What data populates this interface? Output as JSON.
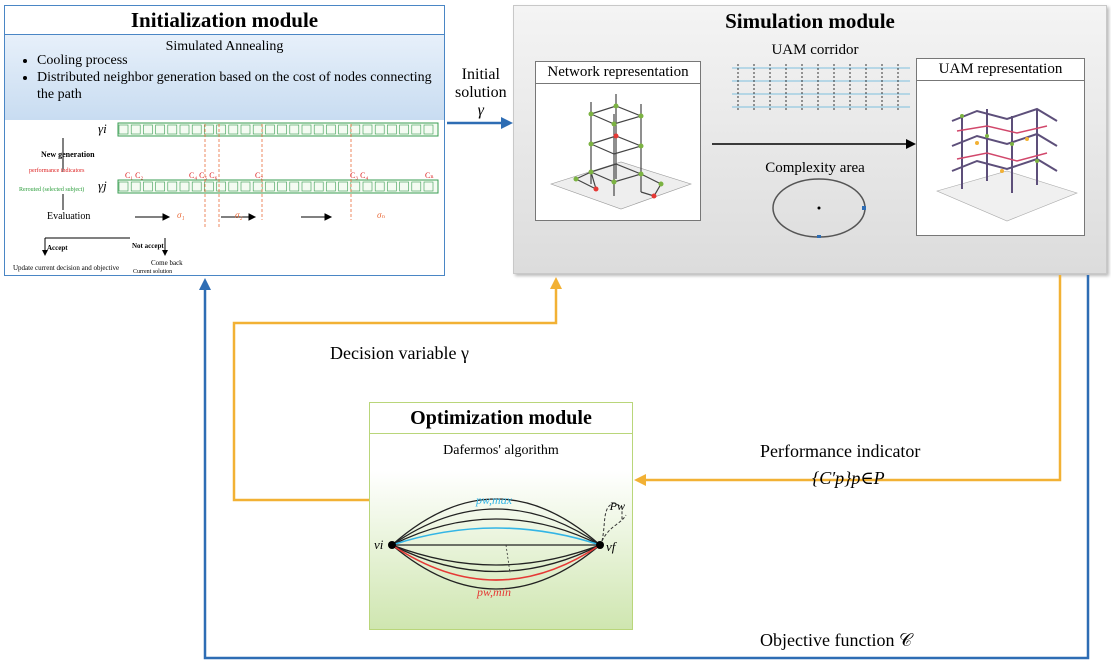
{
  "init_module": {
    "title": "Initialization module",
    "subtitle": "Simulated Annealing",
    "bullets": [
      "Cooling process",
      "Distributed neighbor generation based on the cost of nodes connecting the path"
    ],
    "gamma_i": "γi",
    "gamma_j": "γj",
    "new_generation": "New generation",
    "perf_indicators": "performance indicators",
    "rerouted": "Rerouted (selected subject)",
    "evaluation": "Evaluation",
    "accept": "Accept",
    "not_accept": "Not accept",
    "update_text": "Update current decision and objective",
    "come_back": "Come back",
    "current_solution": "Current solution"
  },
  "flows": {
    "initial_solution": [
      "Initial",
      "solution",
      "γ"
    ],
    "decision_variable": "Decision variable γ",
    "performance_indicator": "Performance indicator",
    "performance_formula": "{C′p}p∈P",
    "objective_function": "Objective function 𝒞"
  },
  "sim_module": {
    "title": "Simulation module",
    "network_representation": "Network representation",
    "uam_corridor": "UAM corridor",
    "complexity_area": "Complexity area",
    "uam_representation": "UAM representation"
  },
  "opt_module": {
    "title": "Optimization module",
    "subtitle": "Dafermos' algorithm",
    "v_i": "vi",
    "v_f": "vf",
    "p_w": "Pw",
    "p_w_max": "pw,max",
    "p_w_min": "pw,min"
  },
  "colors": {
    "blue_arrow": "#2e6db4",
    "yellow_arrow": "#f2b134",
    "init_border": "#4a86c5",
    "opt_border": "#b9d67a",
    "max_path": "#33b5e5",
    "min_path": "#e53935"
  }
}
